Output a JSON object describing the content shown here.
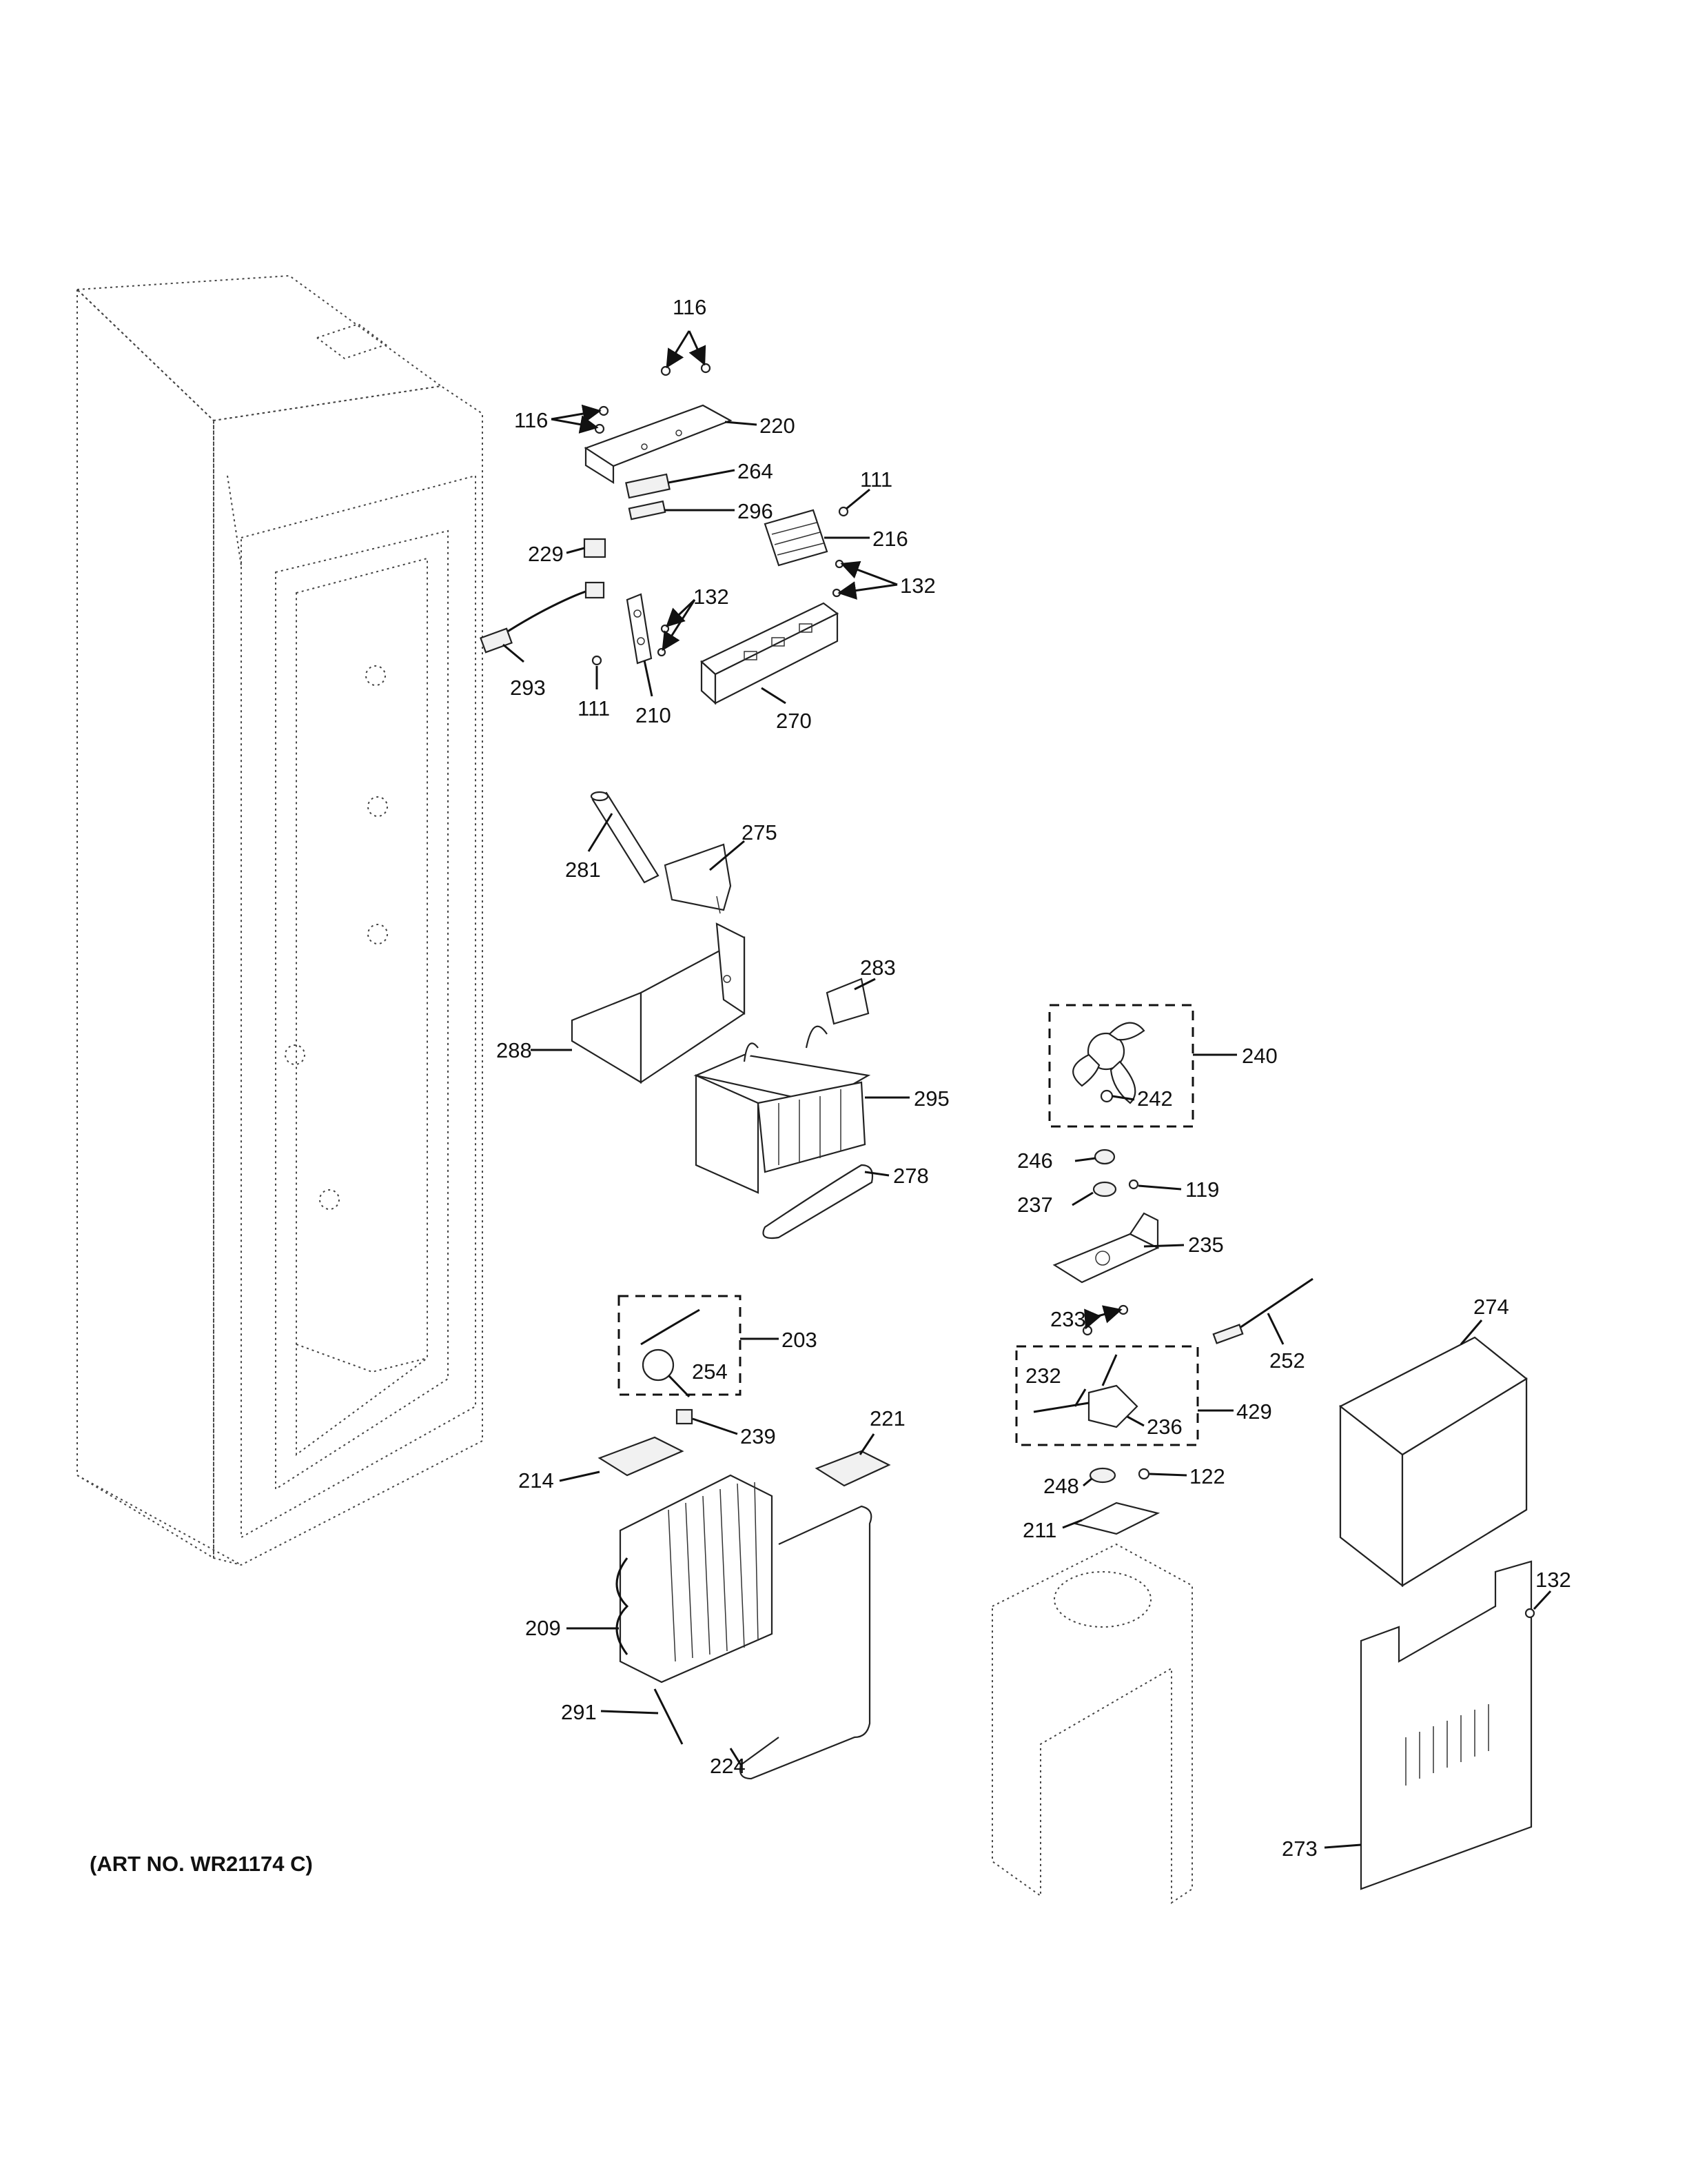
{
  "art_number": "(ART NO. WR21174 C)",
  "callouts": [
    "116",
    "116",
    "220",
    "264",
    "296",
    "111",
    "216",
    "229",
    "132",
    "132",
    "293",
    "111",
    "210",
    "270",
    "281",
    "275",
    "283",
    "288",
    "295",
    "278",
    "240",
    "242",
    "246",
    "119",
    "237",
    "235",
    "203",
    "254",
    "233",
    "252",
    "274",
    "232",
    "236",
    "429",
    "239",
    "221",
    "214",
    "248",
    "122",
    "211",
    "209",
    "132",
    "291",
    "224",
    "273"
  ]
}
